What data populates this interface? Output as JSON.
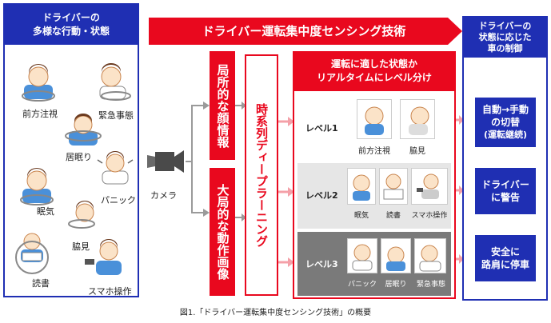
{
  "left_panel": {
    "title_line1": "ドライバーの",
    "title_line2": "多様な行動・状態",
    "states": [
      {
        "label": "前方注視"
      },
      {
        "label": "緊急事態"
      },
      {
        "label": "居眠り"
      },
      {
        "label": "眠気"
      },
      {
        "label": "パニック"
      },
      {
        "label": "脇見"
      },
      {
        "label": "読書"
      },
      {
        "label": "スマホ操作"
      }
    ]
  },
  "banner": {
    "title": "ドライバー運転集中度センシング技術"
  },
  "camera": {
    "label": "カメラ"
  },
  "local_face": {
    "chars": "局所的な顔情報"
  },
  "global_motion": {
    "chars": "大局的な動作画像"
  },
  "deep_learning": {
    "chars": "時系列ディープラーニング"
  },
  "levels_panel": {
    "title_line1": "運転に適した状態か",
    "title_line2": "リアルタイムにレベル分け",
    "levels": [
      {
        "title": "レベル1",
        "items": [
          "前方注視",
          "脇見"
        ]
      },
      {
        "title": "レベル2",
        "items": [
          "眠気",
          "読書",
          "スマホ操作"
        ]
      },
      {
        "title": "レベル3",
        "items": [
          "パニック",
          "居眠り",
          "緊急事態"
        ]
      }
    ]
  },
  "right_panel": {
    "title_line1": "ドライバーの",
    "title_line2": "状態に応じた",
    "title_line3": "車の制御",
    "controls": [
      {
        "line1": "自動→手動",
        "line2": "の切替",
        "line3": "(運転継続)"
      },
      {
        "line1": "ドライバー",
        "line2": "に警告"
      },
      {
        "line1": "安全に",
        "line2": "路肩に停車"
      }
    ]
  },
  "caption": "図1.「ドライバー運転集中度センシング技術」の概要",
  "colors": {
    "red": "#e9081e",
    "blue": "#1f2fb3",
    "pink_arrow": "#f4a0a8",
    "gray_arrow": "#9a9a9a"
  }
}
